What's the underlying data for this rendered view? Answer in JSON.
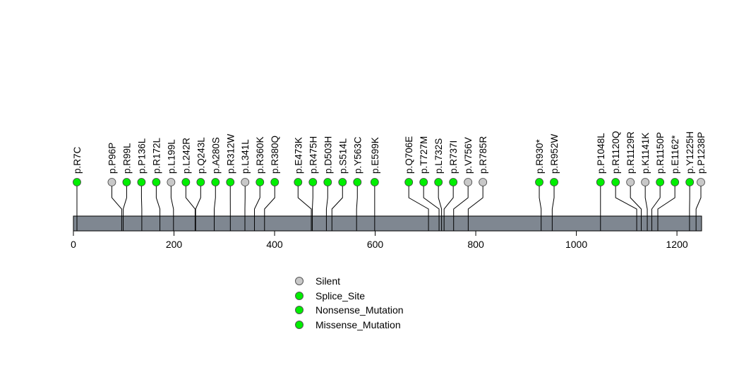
{
  "chart_data": {
    "type": "lollipop",
    "title": "",
    "xlabel": "",
    "ylabel": "",
    "xlim": [
      0,
      1249
    ],
    "x_ticks": [
      0,
      200,
      400,
      600,
      800,
      1000,
      1200
    ],
    "protein_length": 1249,
    "colors": {
      "Silent": "#c8c8c8",
      "Splice_Site": "#00ee00",
      "Nonsense_Mutation": "#00ee00",
      "Missense_Mutation": "#00ee00",
      "bar": "#7f8791"
    },
    "mutations": [
      {
        "label": "p.R7C",
        "position": 7,
        "type": "Missense_Mutation"
      },
      {
        "label": "p.P96P",
        "position": 96,
        "type": "Silent"
      },
      {
        "label": "p.R99L",
        "position": 99,
        "type": "Missense_Mutation"
      },
      {
        "label": "p.P136L",
        "position": 136,
        "type": "Missense_Mutation"
      },
      {
        "label": "p.R172L",
        "position": 172,
        "type": "Missense_Mutation"
      },
      {
        "label": "p.L199L",
        "position": 199,
        "type": "Silent"
      },
      {
        "label": "p.L242R",
        "position": 242,
        "type": "Missense_Mutation"
      },
      {
        "label": "p.Q243L",
        "position": 243,
        "type": "Missense_Mutation"
      },
      {
        "label": "p.A280S",
        "position": 280,
        "type": "Missense_Mutation"
      },
      {
        "label": "p.R312W",
        "position": 312,
        "type": "Missense_Mutation"
      },
      {
        "label": "p.L341L",
        "position": 341,
        "type": "Silent"
      },
      {
        "label": "p.R360K",
        "position": 360,
        "type": "Missense_Mutation"
      },
      {
        "label": "p.R380Q",
        "position": 380,
        "type": "Missense_Mutation"
      },
      {
        "label": "p.E473K",
        "position": 473,
        "type": "Missense_Mutation"
      },
      {
        "label": "p.R475H",
        "position": 475,
        "type": "Missense_Mutation"
      },
      {
        "label": "p.D503H",
        "position": 503,
        "type": "Missense_Mutation"
      },
      {
        "label": "p.S514L",
        "position": 514,
        "type": "Missense_Mutation"
      },
      {
        "label": "p.Y563C",
        "position": 563,
        "type": "Missense_Mutation"
      },
      {
        "label": "p.E599K",
        "position": 599,
        "type": "Missense_Mutation"
      },
      {
        "label": "p.Q706E",
        "position": 706,
        "type": "Missense_Mutation"
      },
      {
        "label": "p.T727M",
        "position": 727,
        "type": "Missense_Mutation"
      },
      {
        "label": "p.L732S",
        "position": 732,
        "type": "Missense_Mutation"
      },
      {
        "label": "p.R737I",
        "position": 737,
        "type": "Missense_Mutation"
      },
      {
        "label": "p.V756V",
        "position": 756,
        "type": "Silent"
      },
      {
        "label": "p.R785R",
        "position": 785,
        "type": "Silent"
      },
      {
        "label": "p.R930*",
        "position": 930,
        "type": "Nonsense_Mutation"
      },
      {
        "label": "p.R952W",
        "position": 952,
        "type": "Missense_Mutation"
      },
      {
        "label": "p.P1048L",
        "position": 1048,
        "type": "Missense_Mutation"
      },
      {
        "label": "p.R1120Q",
        "position": 1120,
        "type": "Missense_Mutation"
      },
      {
        "label": "p.R1129R",
        "position": 1129,
        "type": "Silent"
      },
      {
        "label": "p.K1141K",
        "position": 1141,
        "type": "Silent"
      },
      {
        "label": "p.R1150P",
        "position": 1150,
        "type": "Missense_Mutation"
      },
      {
        "label": "p.E1162*",
        "position": 1162,
        "type": "Nonsense_Mutation"
      },
      {
        "label": "p.Y1225H",
        "position": 1225,
        "type": "Missense_Mutation"
      },
      {
        "label": "p.P1238P",
        "position": 1238,
        "type": "Silent"
      }
    ],
    "legend": {
      "placement": "bottom-center",
      "entries": [
        {
          "label": "Silent",
          "color": "#c8c8c8"
        },
        {
          "label": "Splice_Site",
          "color": "#00ee00"
        },
        {
          "label": "Nonsense_Mutation",
          "color": "#00ee00"
        },
        {
          "label": "Missense_Mutation",
          "color": "#00ee00"
        }
      ]
    }
  }
}
